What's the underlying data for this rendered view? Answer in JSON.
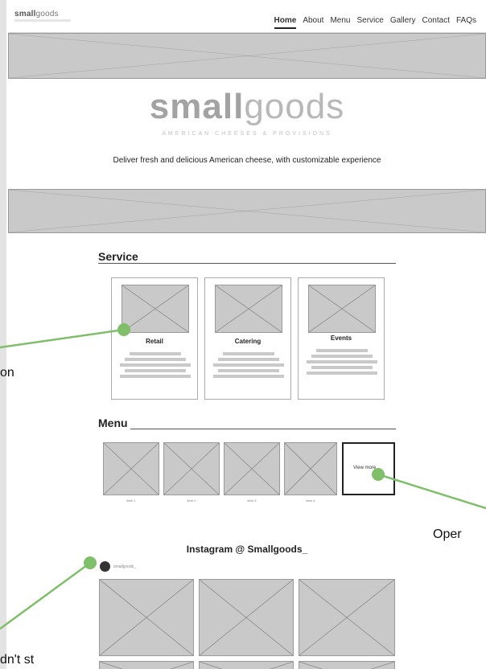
{
  "nav": {
    "logo_light": "small",
    "logo_bold": "goods",
    "links": [
      "Home",
      "About",
      "Menu",
      "Service",
      "Gallery",
      "Contact",
      "FAQs"
    ],
    "active": "Home"
  },
  "hero": {
    "brand_bold": "small",
    "brand_light": "goods",
    "brand_subtitle": "AMERICAN CHEESES & PROVISIONS",
    "tagline": "Deliver fresh and delicious American cheese, with customizable experience"
  },
  "service": {
    "title": "Service",
    "cards": [
      {
        "label": "Retail"
      },
      {
        "label": "Catering"
      },
      {
        "label": "Events"
      }
    ]
  },
  "menu": {
    "title": "Menu",
    "items": [
      {
        "label": "item 1"
      },
      {
        "label": "item 2"
      },
      {
        "label": "item 3"
      },
      {
        "label": "item 4"
      }
    ],
    "view_more_label": "View more"
  },
  "instagram": {
    "title": "Instagram @ Smallgoods_",
    "handle": "smallgoods_"
  },
  "annotations": {
    "left_mid": "on",
    "right_mid": "Oper",
    "bottom_left": "dn't st"
  },
  "colors": {
    "placeholder": "#c9c9c9",
    "annotation": "#7fbf6a"
  }
}
